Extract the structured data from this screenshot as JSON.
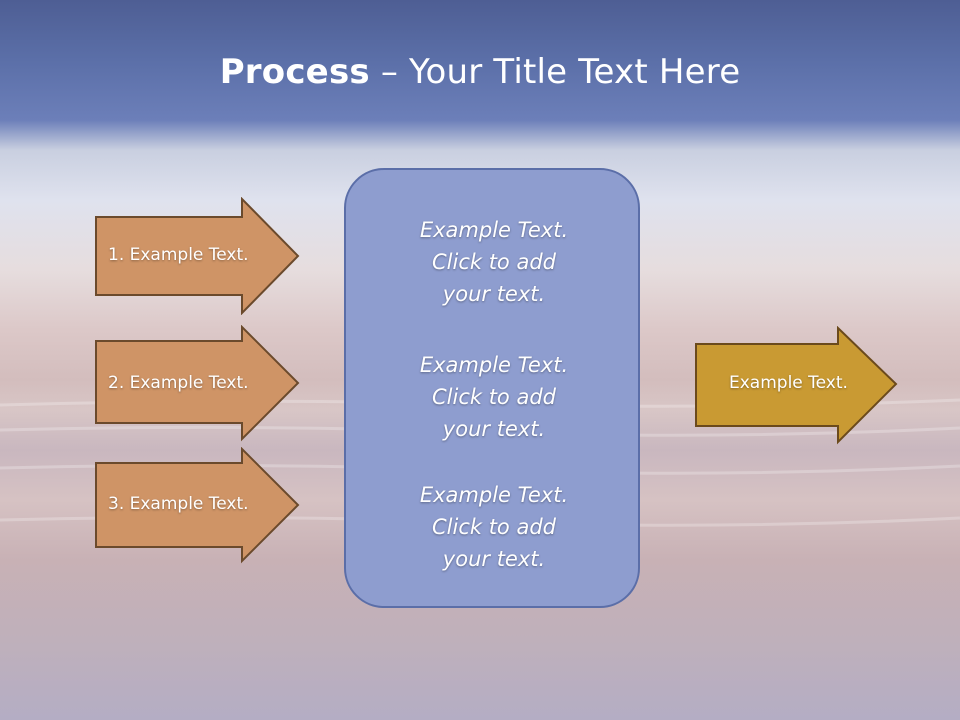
{
  "slide": {
    "title_bold": "Process",
    "title_rest": " – Your Title Text Here"
  },
  "left_arrows": [
    {
      "label": "1. Example Text."
    },
    {
      "label": "2. Example Text."
    },
    {
      "label": "3. Example Text."
    }
  ],
  "center_box": {
    "items": [
      {
        "line1": "Example Text.",
        "line2": "Click  to add",
        "line3": "your text."
      },
      {
        "line1": "Example Text.",
        "line2": "Click  to add",
        "line3": "your text."
      },
      {
        "line1": "Example Text.",
        "line2": "Click  to add",
        "line3": "your text."
      }
    ]
  },
  "right_arrow": {
    "label": "Example Text."
  },
  "colors": {
    "left_arrow_fill": "#cf9466",
    "left_arrow_stroke": "#6b4a2c",
    "center_fill": "#8e9dcf",
    "right_arrow_fill": "#c99a33"
  }
}
